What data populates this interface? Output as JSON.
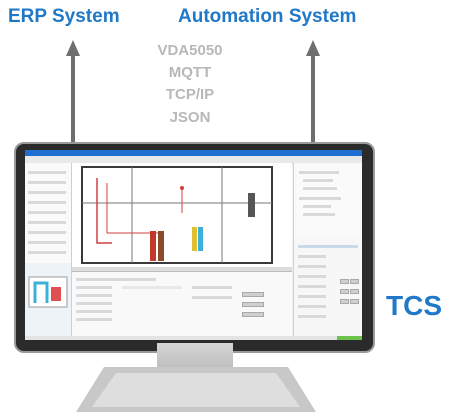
{
  "labels": {
    "erp": "ERP System",
    "automation": "Automation System",
    "tcs": "TCS"
  },
  "protocols": [
    "VDA5050",
    "MQTT",
    "TCP/IP",
    "JSON"
  ],
  "colors": {
    "title_blue": "#1f78c8",
    "protocol_gray": "#b8b8b8",
    "arrow_gray": "#6e6e6e",
    "bezel": "#2b2b2b"
  },
  "icons": {
    "erp_arrow": "arrow-up-icon",
    "automation_arrow": "arrow-up-icon"
  }
}
